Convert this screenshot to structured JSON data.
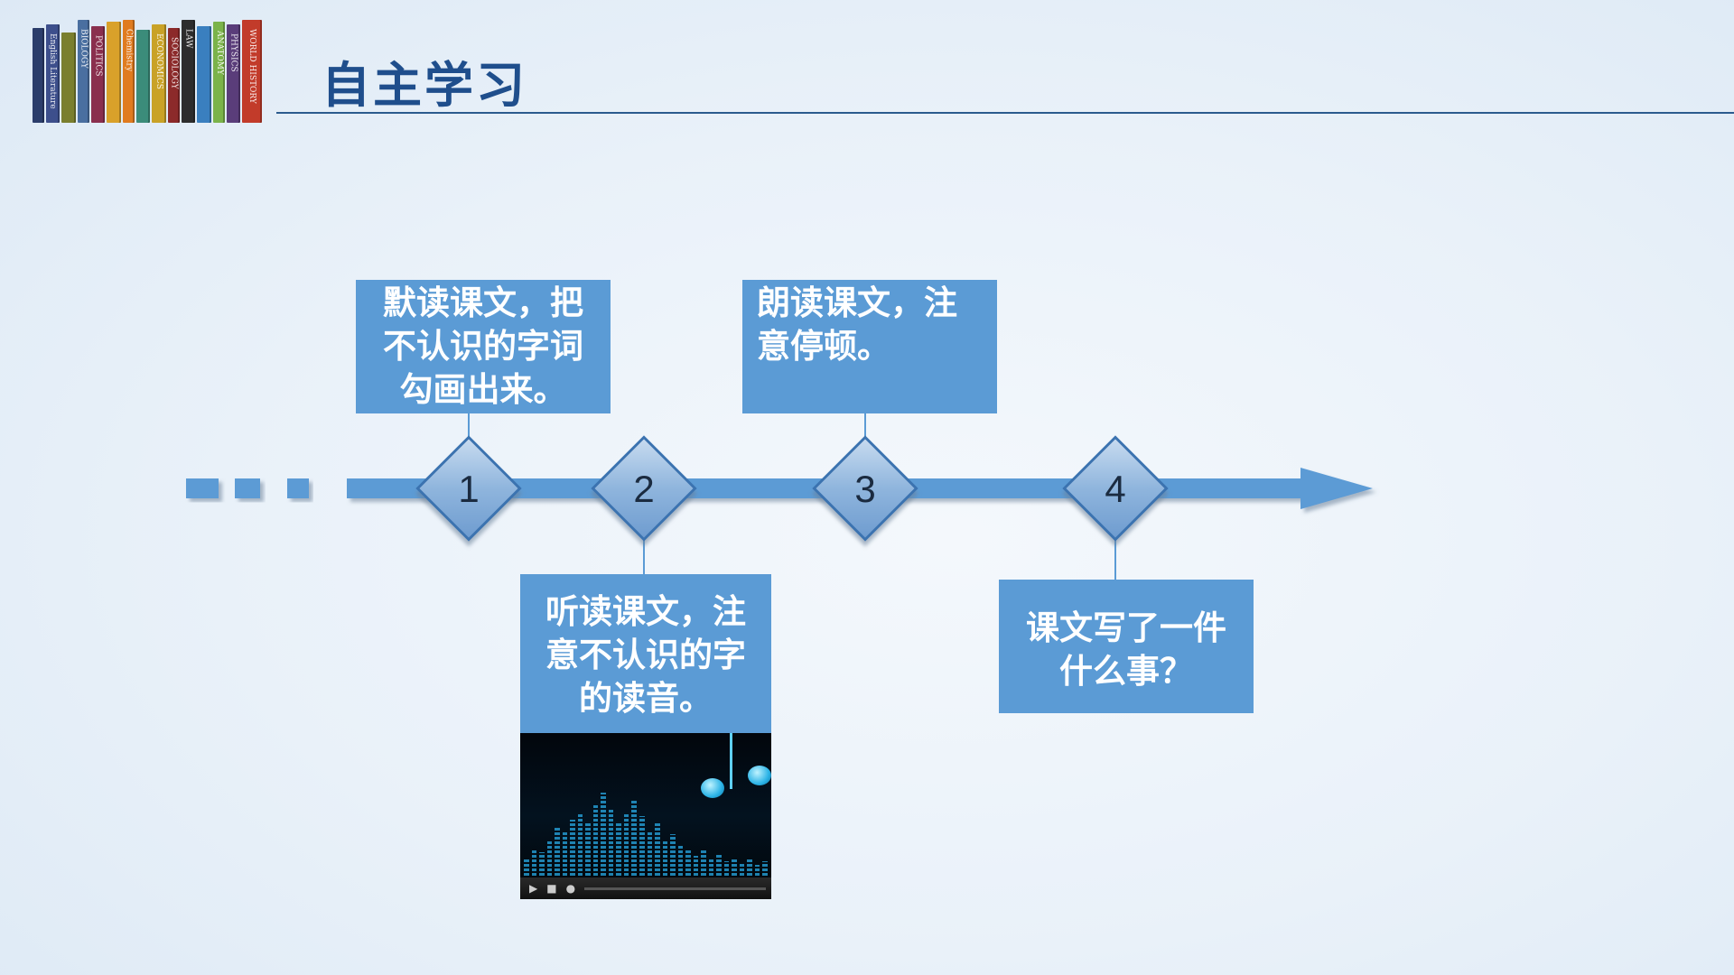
{
  "page": {
    "title": "自主学习"
  },
  "books": [
    {
      "color": "#2b3d6b",
      "label": ""
    },
    {
      "color": "#3d4f8c",
      "label": "English Literature"
    },
    {
      "color": "#7a7f2e",
      "label": ""
    },
    {
      "color": "#4a6fa0",
      "label": "BIOLOGY"
    },
    {
      "color": "#8a2f4e",
      "label": "POLITICS"
    },
    {
      "color": "#d9a12a",
      "label": ""
    },
    {
      "color": "#e07b1f",
      "label": "Chemistry"
    },
    {
      "color": "#3b8c7a",
      "label": ""
    },
    {
      "color": "#c9a227",
      "label": "ECONOMICS"
    },
    {
      "color": "#8c2a2a",
      "label": "SOCIOLOGY"
    },
    {
      "color": "#2d2d2d",
      "label": "LAW"
    },
    {
      "color": "#3a7fbf",
      "label": ""
    },
    {
      "color": "#7bb34a",
      "label": "ANATOMY"
    },
    {
      "color": "#5a3d7a",
      "label": "PHYSICS"
    },
    {
      "color": "#c23b2a",
      "label": "WORLD HISTORY"
    }
  ],
  "timeline": {
    "accent": "#5b9bd5",
    "steps": [
      {
        "num": "1",
        "line1": "默读课文，把",
        "line2": "不认识的字词",
        "line3": "勾画出来。"
      },
      {
        "num": "2",
        "line1": "听读课文，注",
        "line2": "意不认识的字",
        "line3": "的读音。"
      },
      {
        "num": "3",
        "line1": "朗读课文，注",
        "line2": "意停顿。",
        "line3": ""
      },
      {
        "num": "4",
        "line1": "课文写了一件",
        "line2": "什么事？",
        "line3": ""
      }
    ]
  },
  "media": {
    "icons": [
      "play-icon",
      "stop-icon",
      "volume-icon"
    ]
  }
}
